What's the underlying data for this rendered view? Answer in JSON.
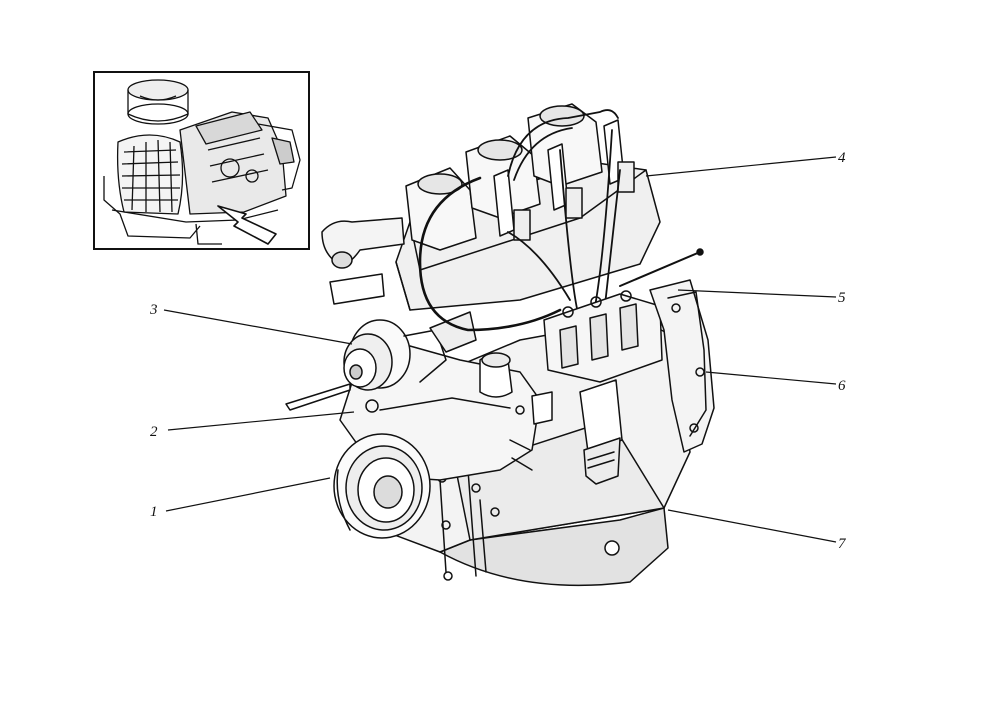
{
  "figure": {
    "ink_color": "#111111",
    "paper_color": "#ffffff",
    "inset": {
      "subject": "tractor-with-engine-location-arrow"
    },
    "main": {
      "subject": "three-cylinder-diesel-engine-line-drawing"
    }
  },
  "callouts": [
    {
      "id": "1",
      "label": "1"
    },
    {
      "id": "2",
      "label": "2"
    },
    {
      "id": "3",
      "label": "3"
    },
    {
      "id": "4",
      "label": "4"
    },
    {
      "id": "5",
      "label": "5"
    },
    {
      "id": "6",
      "label": "6"
    },
    {
      "id": "7",
      "label": "7"
    }
  ]
}
